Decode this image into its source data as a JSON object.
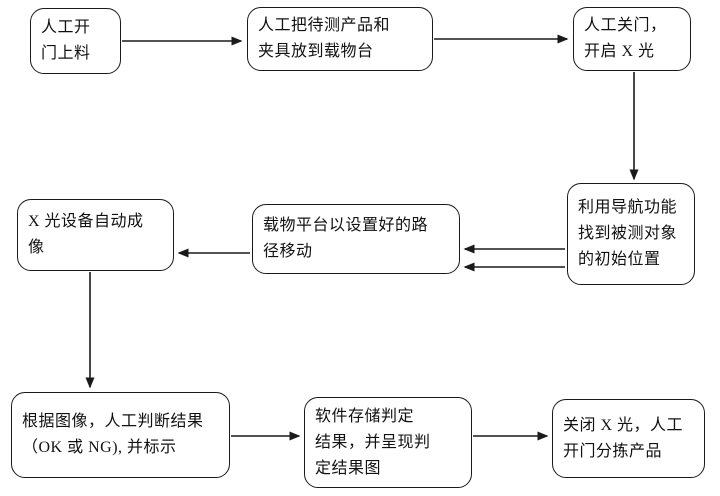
{
  "colors": {
    "ink": "#1a1a1a",
    "background": "#ffffff"
  },
  "diagram": {
    "type": "flowchart",
    "nodes": {
      "n1": {
        "label": "人工开\n门上料"
      },
      "n2": {
        "label": "人工把待测产品和\n夹具放到载物台"
      },
      "n3": {
        "label": "人工关门，\n开启 X 光"
      },
      "n4": {
        "label": "利用导航功能\n找到被测对象\n的初始位置"
      },
      "n5": {
        "label": "载物平台以设置好的路\n径移动"
      },
      "n6": {
        "label": "X 光设备自动成\n像"
      },
      "n7": {
        "label": "根据图像，人工判断结果\n（OK 或 NG), 并标示"
      },
      "n8": {
        "label": "软件存储判定\n结果，并呈现判\n定结果图"
      },
      "n9": {
        "label": "关闭 X 光，人工\n开门分拣产品"
      }
    },
    "edges": [
      {
        "from": "n1",
        "to": "n2",
        "style": "single"
      },
      {
        "from": "n2",
        "to": "n3",
        "style": "single"
      },
      {
        "from": "n3",
        "to": "n4",
        "style": "single"
      },
      {
        "from": "n4",
        "to": "n5",
        "style": "double"
      },
      {
        "from": "n5",
        "to": "n6",
        "style": "single"
      },
      {
        "from": "n6",
        "to": "n7",
        "style": "single"
      },
      {
        "from": "n7",
        "to": "n8",
        "style": "single"
      },
      {
        "from": "n8",
        "to": "n9",
        "style": "single"
      }
    ]
  }
}
